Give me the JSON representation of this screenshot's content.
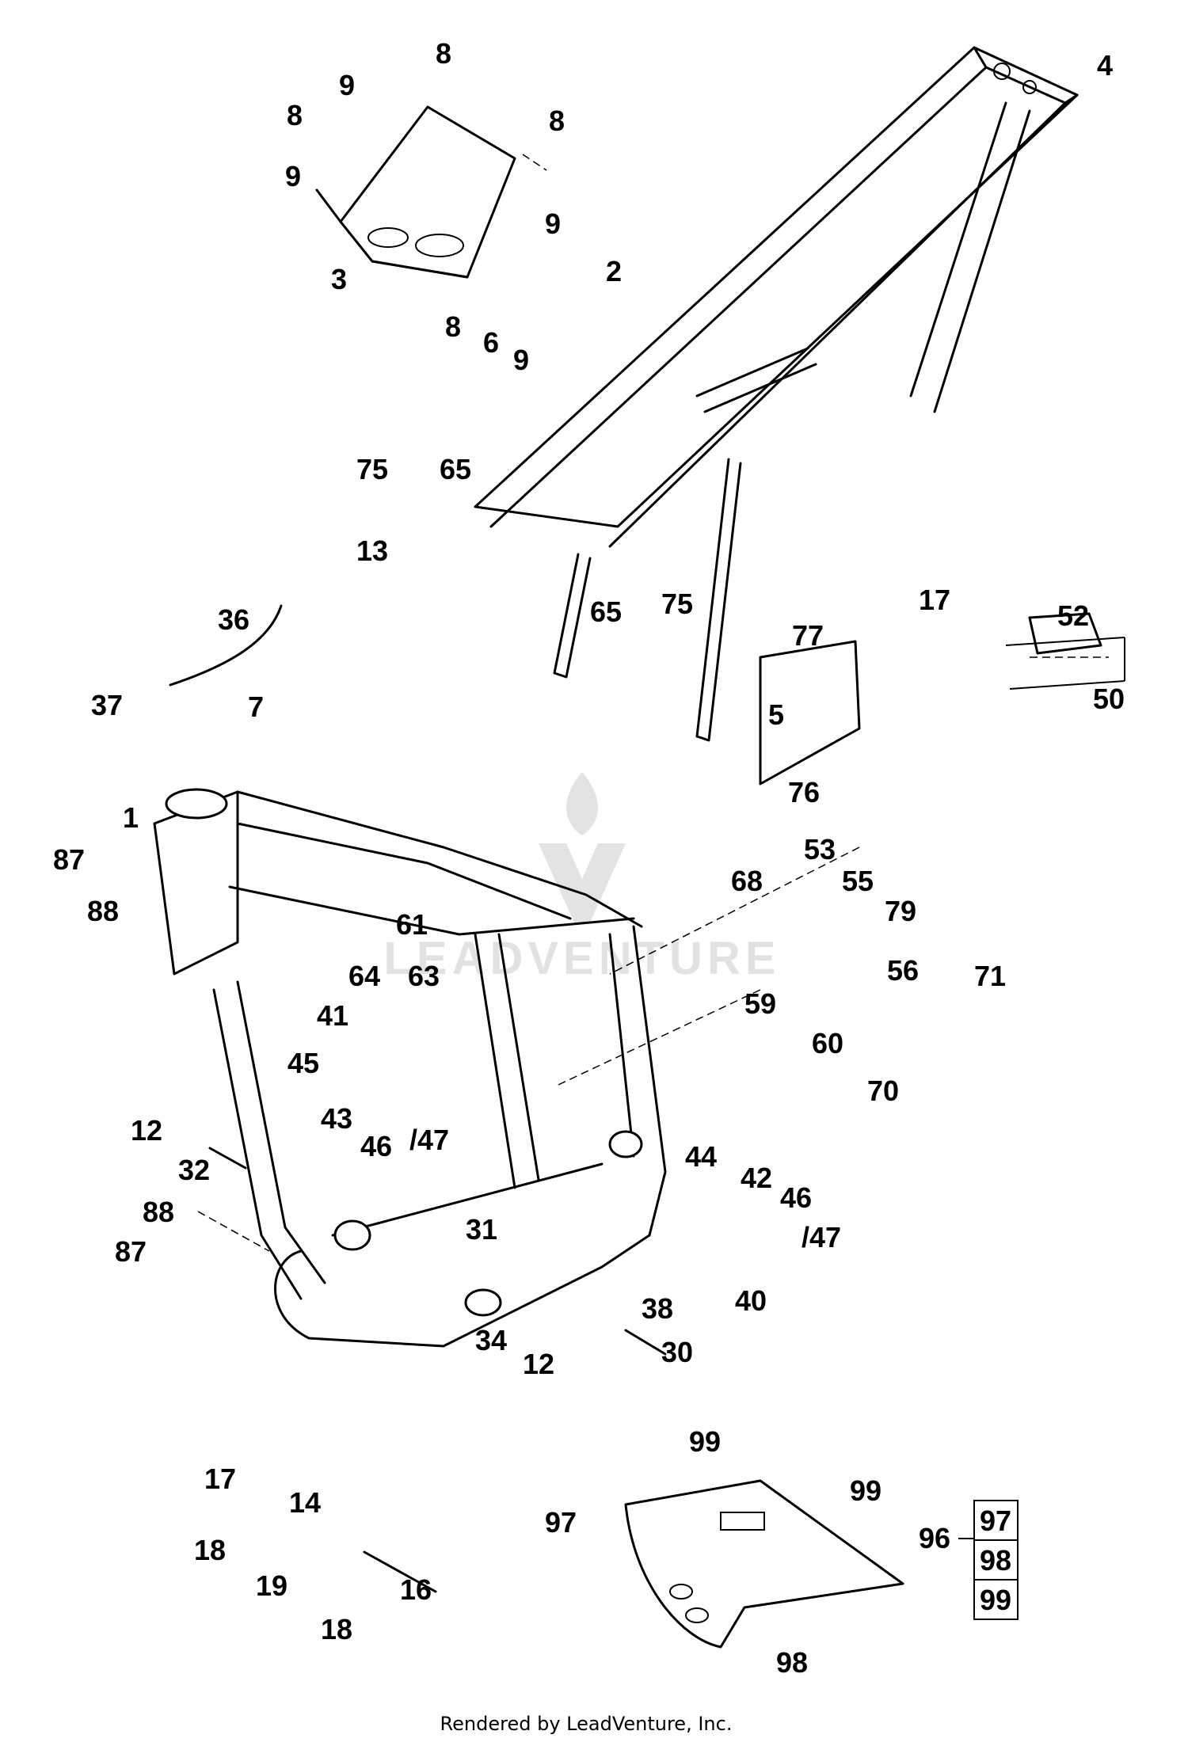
{
  "callouts": [
    {
      "id": "1",
      "text": "1"
    },
    {
      "id": "2",
      "text": "2"
    },
    {
      "id": "3",
      "text": "3"
    },
    {
      "id": "4",
      "text": "4"
    },
    {
      "id": "5",
      "text": "5"
    },
    {
      "id": "6",
      "text": "6"
    },
    {
      "id": "7",
      "text": "7"
    },
    {
      "id": "8a",
      "text": "8"
    },
    {
      "id": "8b",
      "text": "8"
    },
    {
      "id": "8c",
      "text": "8"
    },
    {
      "id": "8d",
      "text": "8"
    },
    {
      "id": "9a",
      "text": "9"
    },
    {
      "id": "9b",
      "text": "9"
    },
    {
      "id": "9c",
      "text": "9"
    },
    {
      "id": "9d",
      "text": "9"
    },
    {
      "id": "12a",
      "text": "12"
    },
    {
      "id": "12b",
      "text": "12"
    },
    {
      "id": "13",
      "text": "13"
    },
    {
      "id": "14",
      "text": "14"
    },
    {
      "id": "16",
      "text": "16"
    },
    {
      "id": "17a",
      "text": "17"
    },
    {
      "id": "17b",
      "text": "17"
    },
    {
      "id": "18a",
      "text": "18"
    },
    {
      "id": "18b",
      "text": "18"
    },
    {
      "id": "19",
      "text": "19"
    },
    {
      "id": "30",
      "text": "30"
    },
    {
      "id": "31",
      "text": "31"
    },
    {
      "id": "32",
      "text": "32"
    },
    {
      "id": "34",
      "text": "34"
    },
    {
      "id": "36",
      "text": "36"
    },
    {
      "id": "37",
      "text": "37"
    },
    {
      "id": "38",
      "text": "38"
    },
    {
      "id": "40",
      "text": "40"
    },
    {
      "id": "41",
      "text": "41"
    },
    {
      "id": "42",
      "text": "42"
    },
    {
      "id": "43",
      "text": "43"
    },
    {
      "id": "44",
      "text": "44"
    },
    {
      "id": "45",
      "text": "45"
    },
    {
      "id": "46a",
      "text": "46"
    },
    {
      "id": "46b",
      "text": "46"
    },
    {
      "id": "47a",
      "text": "/47"
    },
    {
      "id": "47b",
      "text": "/47"
    },
    {
      "id": "50",
      "text": "50"
    },
    {
      "id": "52",
      "text": "52"
    },
    {
      "id": "53",
      "text": "53"
    },
    {
      "id": "55",
      "text": "55"
    },
    {
      "id": "56",
      "text": "56"
    },
    {
      "id": "59",
      "text": "59"
    },
    {
      "id": "60",
      "text": "60"
    },
    {
      "id": "61",
      "text": "61"
    },
    {
      "id": "63",
      "text": "63"
    },
    {
      "id": "64",
      "text": "64"
    },
    {
      "id": "65a",
      "text": "65"
    },
    {
      "id": "65b",
      "text": "65"
    },
    {
      "id": "68",
      "text": "68"
    },
    {
      "id": "70",
      "text": "70"
    },
    {
      "id": "71",
      "text": "71"
    },
    {
      "id": "75a",
      "text": "75"
    },
    {
      "id": "75b",
      "text": "75"
    },
    {
      "id": "76",
      "text": "76"
    },
    {
      "id": "77",
      "text": "77"
    },
    {
      "id": "79",
      "text": "79"
    },
    {
      "id": "87a",
      "text": "87"
    },
    {
      "id": "87b",
      "text": "87"
    },
    {
      "id": "88a",
      "text": "88"
    },
    {
      "id": "88b",
      "text": "88"
    },
    {
      "id": "96",
      "text": "96"
    },
    {
      "id": "97",
      "text": "97"
    },
    {
      "id": "98",
      "text": "98"
    },
    {
      "id": "99a",
      "text": "99"
    },
    {
      "id": "99b",
      "text": "99"
    }
  ],
  "kit_box": {
    "items": [
      "97",
      "98",
      "99"
    ]
  },
  "watermark": {
    "text": "LEADVENTURE"
  },
  "footer": {
    "text": "Rendered by LeadVenture, Inc."
  }
}
